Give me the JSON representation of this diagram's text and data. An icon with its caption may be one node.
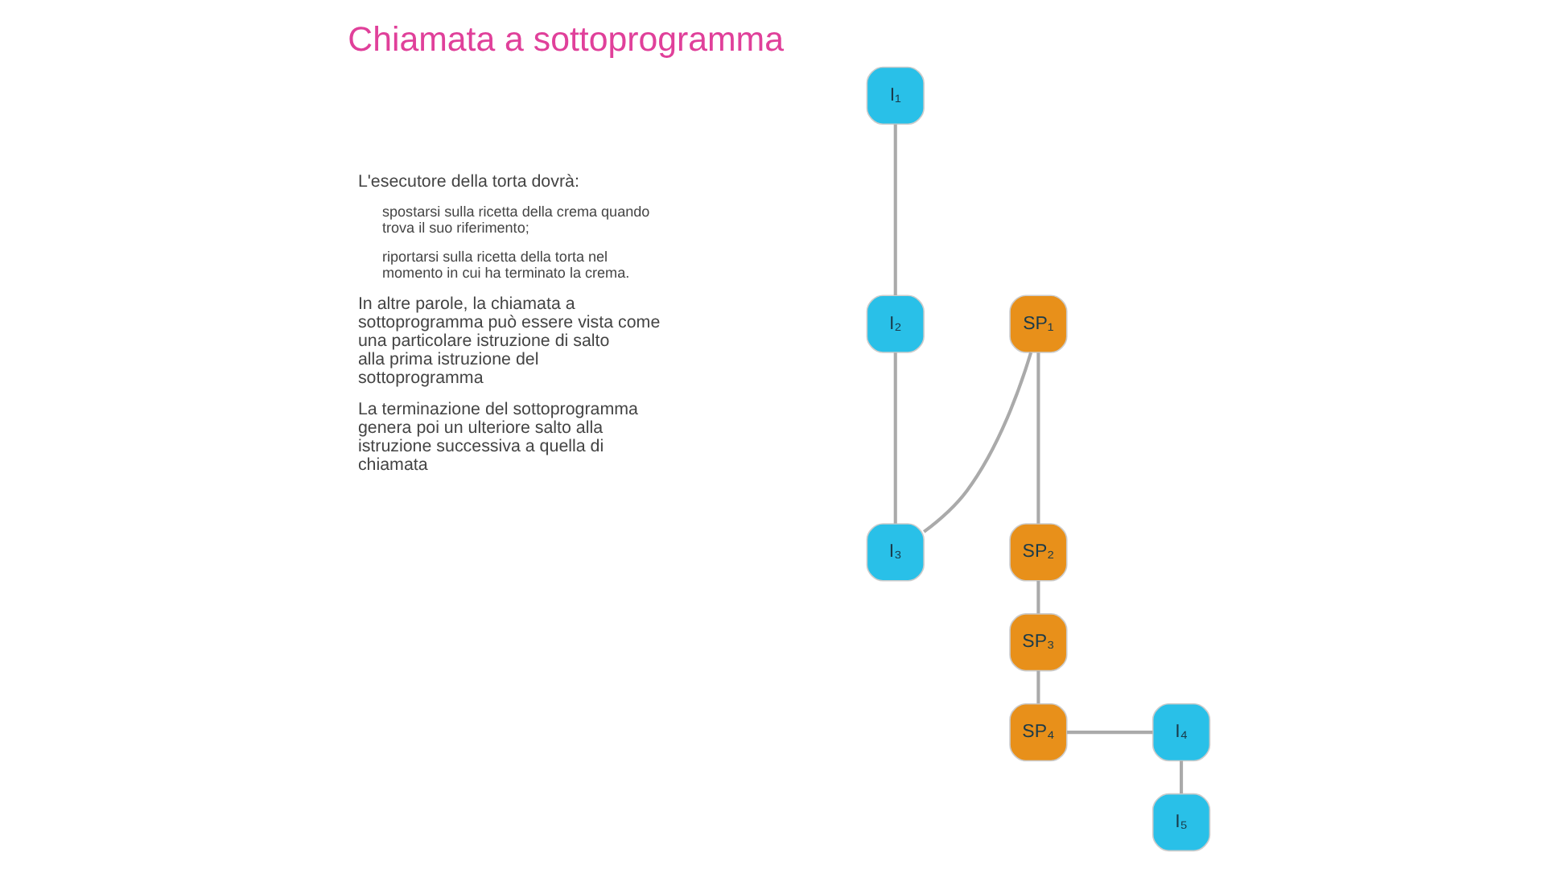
{
  "diagram": {
    "title": "Chiamata a sottoprogramma",
    "nodes": [
      {
        "text": [
          "I₁"
        ]
      },
      {
        "text": [
          "I₂"
        ]
      },
      {
        "text": [
          "I₃"
        ]
      },
      {
        "text": [
          "I₄"
        ]
      },
      {
        "text": [
          "I₅"
        ]
      },
      {
        "text": [
          "SP₁"
        ]
      },
      {
        "text": [
          "SP₂"
        ]
      },
      {
        "text": [
          "SP₃"
        ]
      },
      {
        "text": [
          "SP₄"
        ]
      }
    ],
    "edges": [
      {
        "from": 0,
        "to": 1,
        "arrow": "none"
      },
      {
        "from": 1,
        "to": 2,
        "arrow": "none"
      },
      {
        "from": 2,
        "to": 5,
        "arrow": "none"
      },
      {
        "from": 5,
        "to": 6,
        "arrow": "none"
      },
      {
        "from": 6,
        "to": 7,
        "arrow": "none"
      },
      {
        "from": 7,
        "to": 8,
        "arrow": "none"
      },
      {
        "from": 8,
        "to": 3,
        "arrow": "none"
      },
      {
        "from": 3,
        "to": 4,
        "arrow": "none"
      }
    ],
    "labels": [
      "L'esecutore della torta dovrà:",
      "spostarsi sulla ricetta della crema quando trova il suo riferimento;",
      "riportarsi sulla ricetta della torta nel momento in cui ha terminato la crema.",
      "In altre parole, la chiamata a sottoprogramma può essere vista come una particolare istruzione di salto alla prima istruzione del sottoprogramma",
      "La terminazione del sottoprogramma genera poi un ulteriore salto alla istruzione successiva a quella di chiamata"
    ]
  }
}
